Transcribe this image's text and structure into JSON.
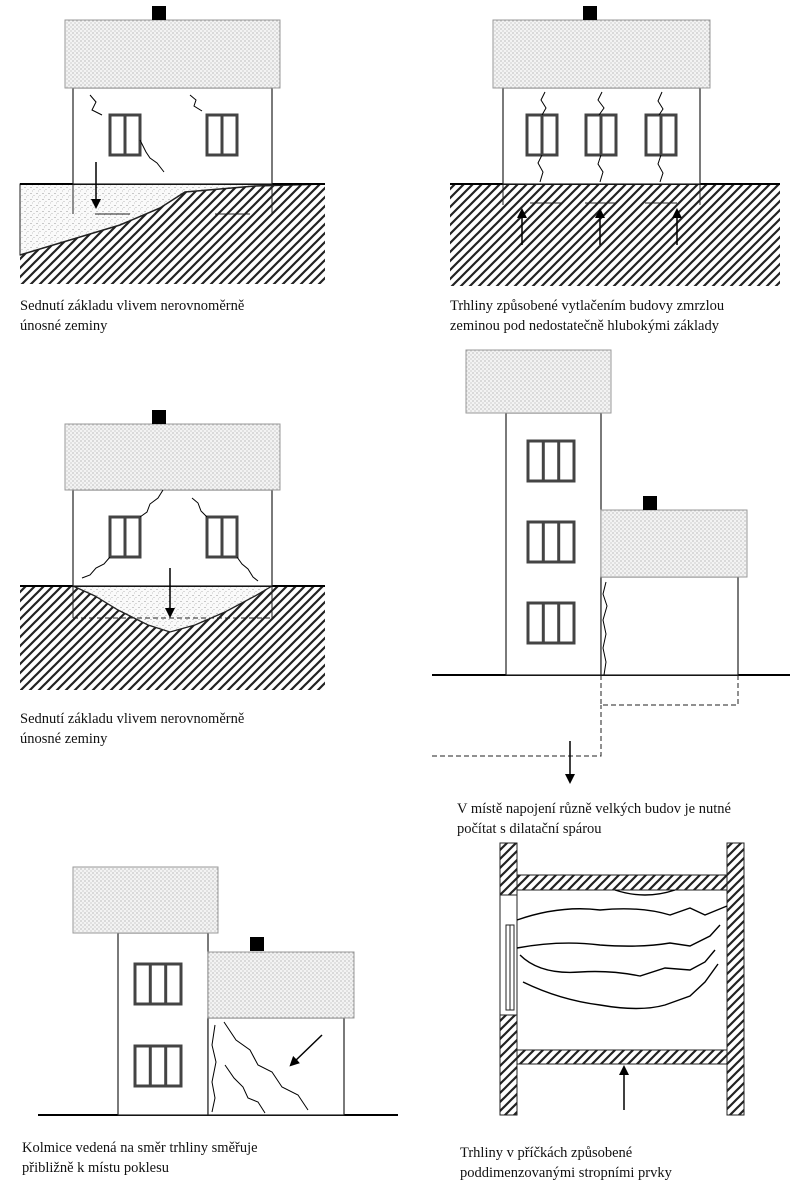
{
  "captions": {
    "panel1": {
      "line1": "Sednutí základu vlivem nerovnoměrně",
      "line2": "únosné zeminy"
    },
    "panel2": {
      "line1": "Trhliny způsobené vytlačením budovy zmrzlou",
      "line2": "zeminou pod nedostatečně hlubokými základy"
    },
    "panel3": {
      "line1": "Sednutí základu vlivem nerovnoměrně",
      "line2": "únosné zeminy"
    },
    "panel4": {
      "line1": "V místě napojení různě velkých budov je nutné",
      "line2": "počítat s dilatační spárou"
    },
    "panel5": {
      "line1": "Kolmice vedená na směr trhliny směřuje",
      "line2": "přibližně k místu poklesu"
    },
    "panel6": {
      "line1": "Trhliny v příčkách způsobené",
      "line2": "poddimenzovanými stropními prvky"
    }
  }
}
